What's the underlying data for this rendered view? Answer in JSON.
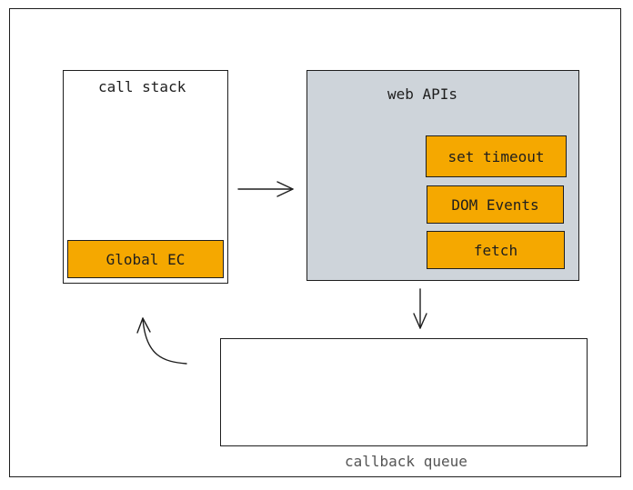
{
  "call_stack": {
    "title": "call stack",
    "items": [
      "Global EC"
    ]
  },
  "web_apis": {
    "title": "web APIs",
    "items": [
      "set timeout",
      "DOM Events",
      "fetch"
    ]
  },
  "callback_queue": {
    "label": "callback queue"
  },
  "colors": {
    "item_fill": "#f5a800",
    "web_apis_fill": "#ced4da",
    "stroke": "#1e1e1e"
  }
}
